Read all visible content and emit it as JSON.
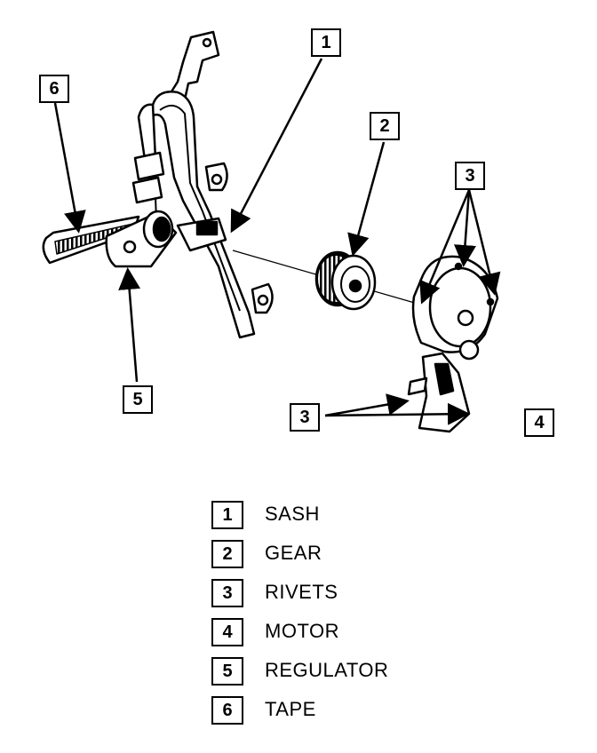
{
  "callouts": [
    {
      "id": "sash",
      "num": "1"
    },
    {
      "id": "gear",
      "num": "2"
    },
    {
      "id": "rivets-top",
      "num": "3"
    },
    {
      "id": "rivets-bottom",
      "num": "3"
    },
    {
      "id": "motor",
      "num": "4"
    },
    {
      "id": "regulator",
      "num": "5"
    },
    {
      "id": "tape",
      "num": "6"
    }
  ],
  "legend": [
    {
      "num": "1",
      "label": "SASH"
    },
    {
      "num": "2",
      "label": "GEAR"
    },
    {
      "num": "3",
      "label": "RIVETS"
    },
    {
      "num": "4",
      "label": "MOTOR"
    },
    {
      "num": "5",
      "label": "REGULATOR"
    },
    {
      "num": "6",
      "label": "TAPE"
    }
  ]
}
